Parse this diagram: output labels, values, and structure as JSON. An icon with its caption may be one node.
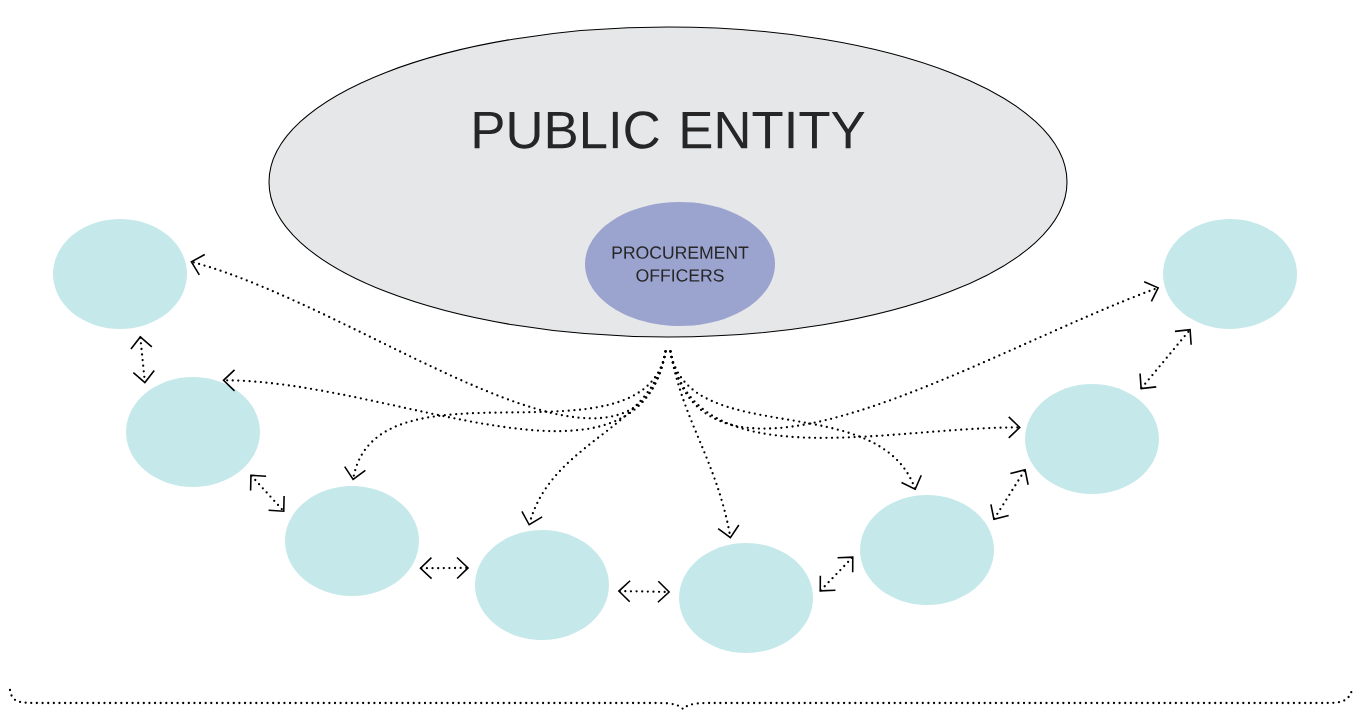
{
  "diagram": {
    "nodes": [
      {
        "text": [
          "PUBLIC ENTITY"
        ]
      },
      {
        "text": [
          "PROCUREMENT OFFICERS"
        ],
        "in": 0
      },
      {
        "text": [],
        "shape": "circle"
      },
      {
        "text": [],
        "shape": "circle"
      },
      {
        "text": [],
        "shape": "circle"
      },
      {
        "text": [],
        "shape": "circle"
      },
      {
        "text": [],
        "shape": "circle"
      },
      {
        "text": [],
        "shape": "circle"
      },
      {
        "text": [],
        "shape": "circle"
      },
      {
        "text": [],
        "shape": "circle"
      }
    ],
    "edges": [
      {
        "from": 0,
        "to": 2,
        "arrow": "to"
      },
      {
        "from": 0,
        "to": 3,
        "arrow": "to"
      },
      {
        "from": 0,
        "to": 4,
        "arrow": "to"
      },
      {
        "from": 0,
        "to": 5,
        "arrow": "to"
      },
      {
        "from": 0,
        "to": 6,
        "arrow": "to"
      },
      {
        "from": 0,
        "to": 7,
        "arrow": "to"
      },
      {
        "from": 0,
        "to": 8,
        "arrow": "to"
      },
      {
        "from": 0,
        "to": 9,
        "arrow": "to"
      },
      {
        "from": 2,
        "to": 3,
        "arrow": "both"
      },
      {
        "from": 3,
        "to": 4,
        "arrow": "both"
      },
      {
        "from": 4,
        "to": 5,
        "arrow": "both"
      },
      {
        "from": 5,
        "to": 6,
        "arrow": "both"
      },
      {
        "from": 6,
        "to": 7,
        "arrow": "both"
      },
      {
        "from": 7,
        "to": 8,
        "arrow": "both"
      },
      {
        "from": 8,
        "to": 9,
        "arrow": "both"
      }
    ]
  }
}
